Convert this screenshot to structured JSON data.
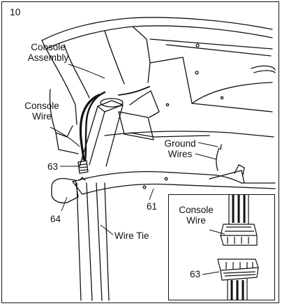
{
  "step_number": "10",
  "labels": {
    "console_assembly": [
      "Console",
      "Assembly"
    ],
    "console_wire": [
      "Console",
      "Wire"
    ],
    "ground_wires": [
      "Ground",
      "Wires"
    ],
    "part_63": "63",
    "part_64": "64",
    "part_61": "61",
    "wire_tie": "Wire Tie"
  },
  "inset": {
    "console_wire": [
      "Console",
      "Wire"
    ],
    "part_63": "63"
  }
}
